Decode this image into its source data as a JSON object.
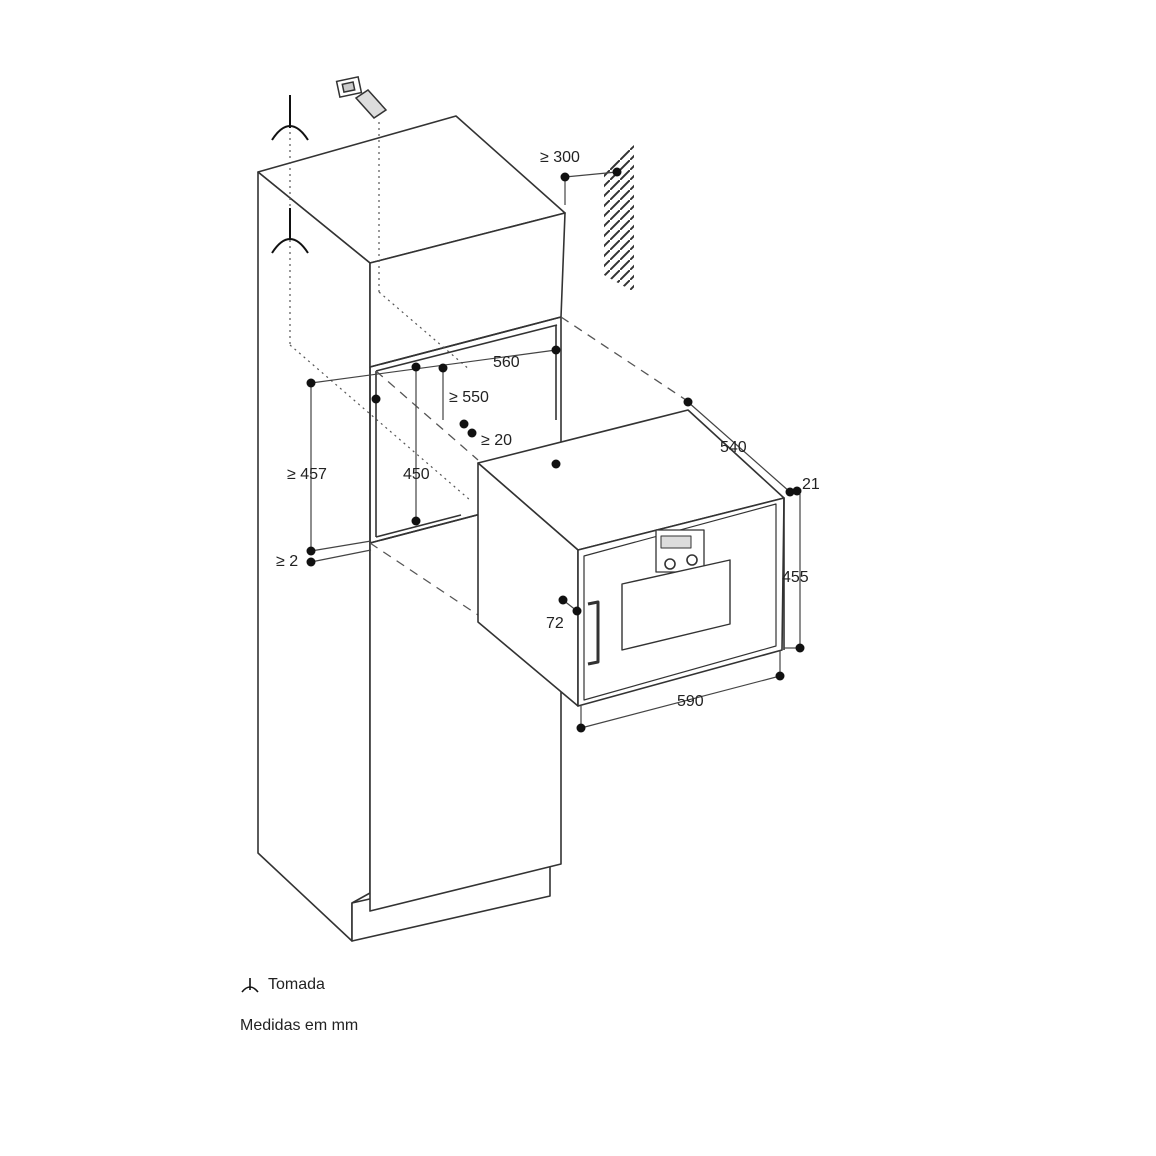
{
  "diagram": {
    "dimensions": {
      "vent_gap": "≥ 300",
      "niche_width": "560",
      "niche_depth": "≥ 550",
      "rear_gap": "≥ 20",
      "niche_height": "≥ 457",
      "opening_height": "450",
      "bottom_gap": "≥ 2",
      "oven_depth": "540",
      "front_overhang": "21",
      "oven_height": "455",
      "handle_offset": "72",
      "oven_width": "590"
    }
  },
  "legend": {
    "socket_label": "Tomada",
    "units_note": "Medidas em mm"
  }
}
